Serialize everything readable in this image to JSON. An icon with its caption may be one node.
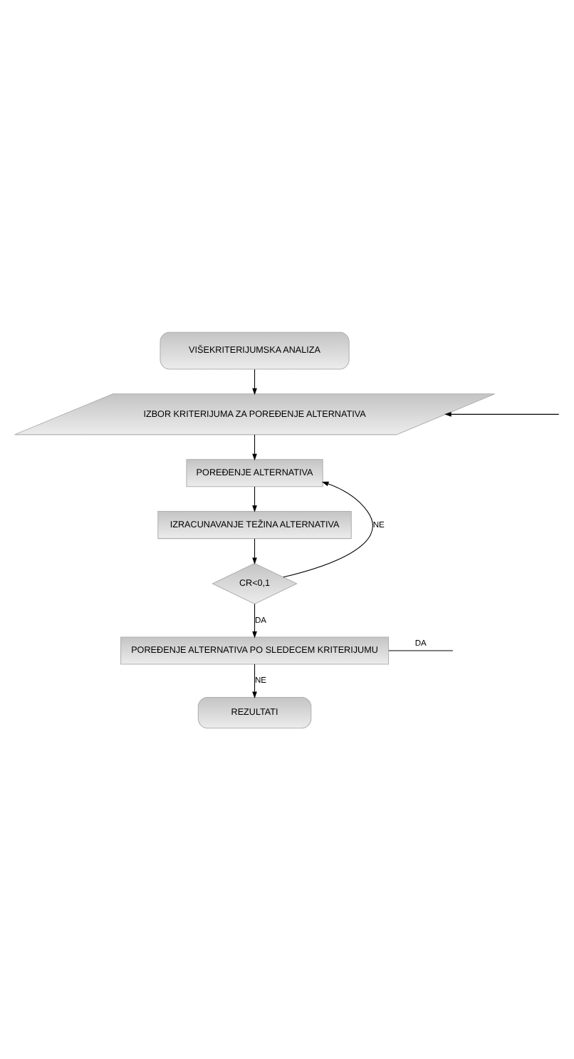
{
  "diagram": {
    "nodes": [
      {
        "text": [
          "VIŠEKRITERIJUMSKA ANALIZA"
        ]
      },
      {
        "text": [
          "IZBOR KRITERIJUMA ZA POREĐENJE ALTERNATIVA"
        ]
      },
      {
        "text": [
          "POREĐENJE ALTERNATIVA"
        ]
      },
      {
        "text": [
          "IZRACUNAVANJE TEŽINA ALTERNATIVA"
        ]
      },
      {
        "text": [
          "CR<0,1"
        ]
      },
      {
        "text": [
          "POREĐENJE ALTERNATIVA PO SLEDECEM KRITERIJUMU"
        ]
      },
      {
        "text": [
          "REZULTATI"
        ]
      }
    ],
    "edges": [
      {
        "from": 0,
        "to": 1,
        "arrow": "to"
      },
      {
        "from": 1,
        "to": 2,
        "arrow": "to"
      },
      {
        "from": 2,
        "to": 3,
        "arrow": "to"
      },
      {
        "from": 3,
        "to": 4,
        "arrow": "to"
      },
      {
        "from": 4,
        "to": 2,
        "arrow": "to",
        "label": "NE"
      },
      {
        "from": 4,
        "to": 5,
        "arrow": "to",
        "label": "DA"
      },
      {
        "from": 5,
        "to": 6,
        "arrow": "to",
        "label": "NE"
      },
      {
        "from": 5,
        "to": null,
        "arrow": "none",
        "label": "DA"
      },
      {
        "from": null,
        "to": 1,
        "arrow": "to"
      }
    ]
  }
}
